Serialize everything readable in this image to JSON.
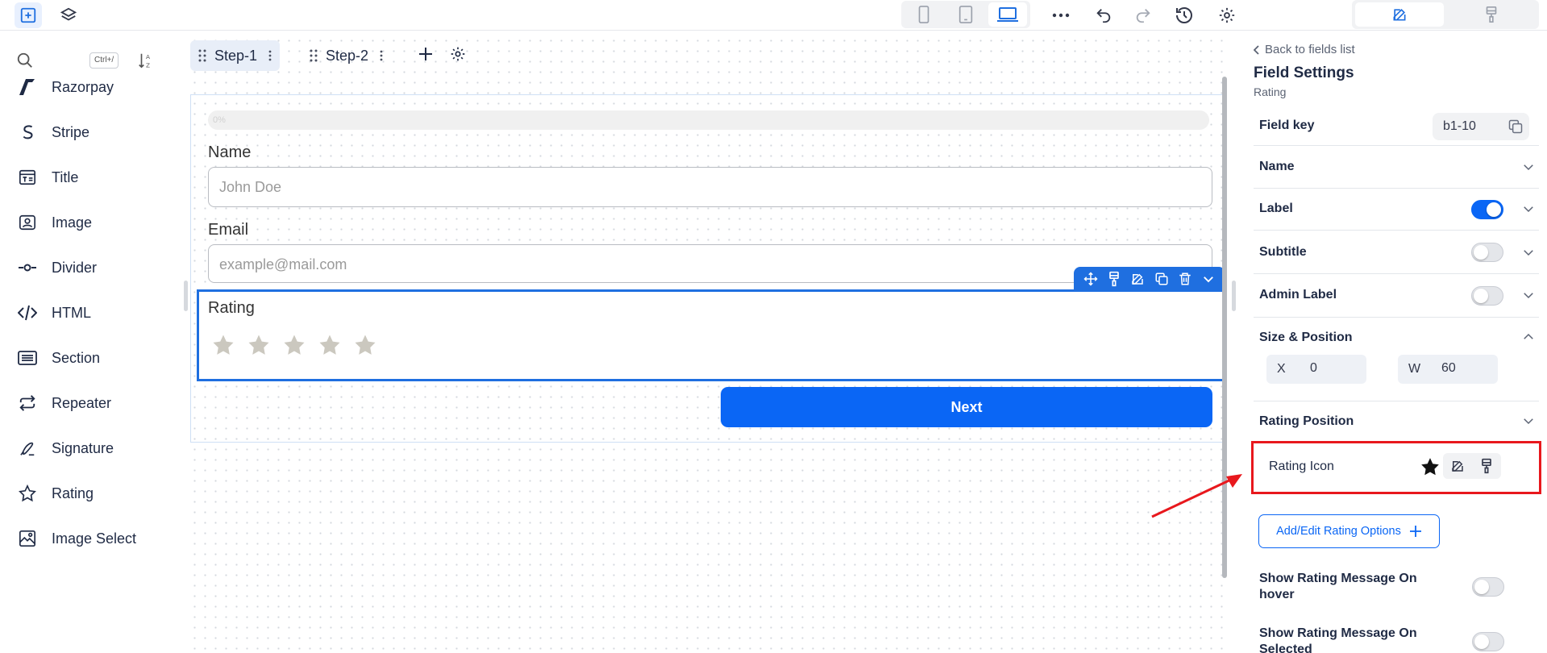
{
  "topbar": {
    "icons": [
      "plus-square-icon",
      "layers-icon",
      "mobile-icon",
      "tablet-icon",
      "desktop-icon",
      "more-icon",
      "undo-icon",
      "redo-icon",
      "history-icon",
      "gear-icon",
      "edit-icon",
      "paint-icon"
    ],
    "accent": "#1f6fe0"
  },
  "sidebar": {
    "search": {
      "placeholder": "",
      "shortcut": "Ctrl+/"
    },
    "items": [
      {
        "label": "Razorpay",
        "icon": "razorpay-icon"
      },
      {
        "label": "Stripe",
        "icon": "stripe-icon"
      },
      {
        "label": "Title",
        "icon": "title-icon"
      },
      {
        "label": "Image",
        "icon": "image-icon"
      },
      {
        "label": "Divider",
        "icon": "divider-icon"
      },
      {
        "label": "HTML",
        "icon": "code-icon"
      },
      {
        "label": "Section",
        "icon": "section-icon"
      },
      {
        "label": "Repeater",
        "icon": "repeat-icon"
      },
      {
        "label": "Signature",
        "icon": "signature-icon"
      },
      {
        "label": "Rating",
        "icon": "star-icon"
      },
      {
        "label": "Image Select",
        "icon": "image-select-icon"
      }
    ]
  },
  "steps": [
    {
      "label": "Step-1",
      "active": true
    },
    {
      "label": "Step-2",
      "active": false
    }
  ],
  "form": {
    "progress_text": "0%",
    "fields": [
      {
        "label": "Name",
        "placeholder": "John Doe"
      },
      {
        "label": "Email",
        "placeholder": "example@mail.com"
      }
    ],
    "rating": {
      "label": "Rating",
      "star_count": 5,
      "filled": 0
    },
    "next_label": "Next"
  },
  "panel": {
    "back_link": "Back to fields list",
    "title": "Field Settings",
    "subtitle": "Rating",
    "field_key_label": "Field key",
    "field_key_value": "b1-10",
    "rows": {
      "name": "Name",
      "label": "Label",
      "subtitle": "Subtitle",
      "admin_label": "Admin Label",
      "size_position": "Size & Position",
      "rating_position": "Rating Position"
    },
    "toggles": {
      "label": true,
      "subtitle": false,
      "admin_label": false,
      "hover_msg": false,
      "selected_msg": false
    },
    "position": {
      "x_key": "X",
      "x_value": "0",
      "w_key": "W",
      "w_value": "60"
    },
    "rating_icon_label": "Rating Icon",
    "add_edit_label": "Add/Edit Rating Options",
    "hover_msg_label": "Show Rating Message On hover",
    "selected_msg_label": "Show Rating Message On Selected",
    "highlight_color": "#e8181d"
  }
}
